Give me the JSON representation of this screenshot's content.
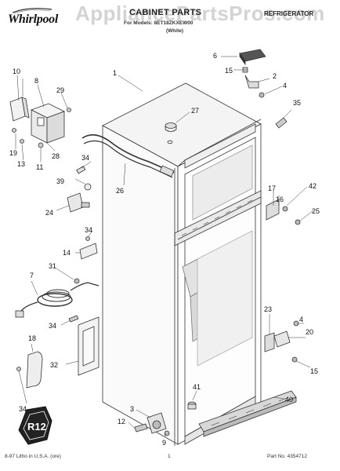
{
  "header": {
    "brand": "Whirlpool",
    "title": "CABINET PARTS",
    "model": "For Models: 8ET18ZKXEW00",
    "color": "(White)",
    "category": "REFRIGERATOR"
  },
  "watermark": "AppliancePartsPros.com",
  "footer": {
    "left": "8-97 Litho in U.S.A. (ore)",
    "page": "1",
    "right": "Part No. 4354712"
  },
  "badge": "R12",
  "callouts": {
    "c1": "1",
    "c2": "2",
    "c3": "3",
    "c4a": "4",
    "c4b": "4",
    "c6": "6",
    "c7": "7",
    "c8": "8",
    "c9": "9",
    "c10": "10",
    "c11": "11",
    "c12": "12",
    "c13": "13",
    "c14": "14",
    "c15a": "15",
    "c15b": "15",
    "c16": "16",
    "c17": "17",
    "c18": "18",
    "c19": "19",
    "c20": "20",
    "c23": "23",
    "c24": "24",
    "c25": "25",
    "c26": "26",
    "c27": "27",
    "c28": "28",
    "c29": "29",
    "c31": "31",
    "c32": "32",
    "c34a": "34",
    "c34b": "34",
    "c34c": "34",
    "c34d": "34",
    "c35": "35",
    "c39": "39",
    "c40": "40",
    "c41": "41",
    "c42": "42"
  }
}
